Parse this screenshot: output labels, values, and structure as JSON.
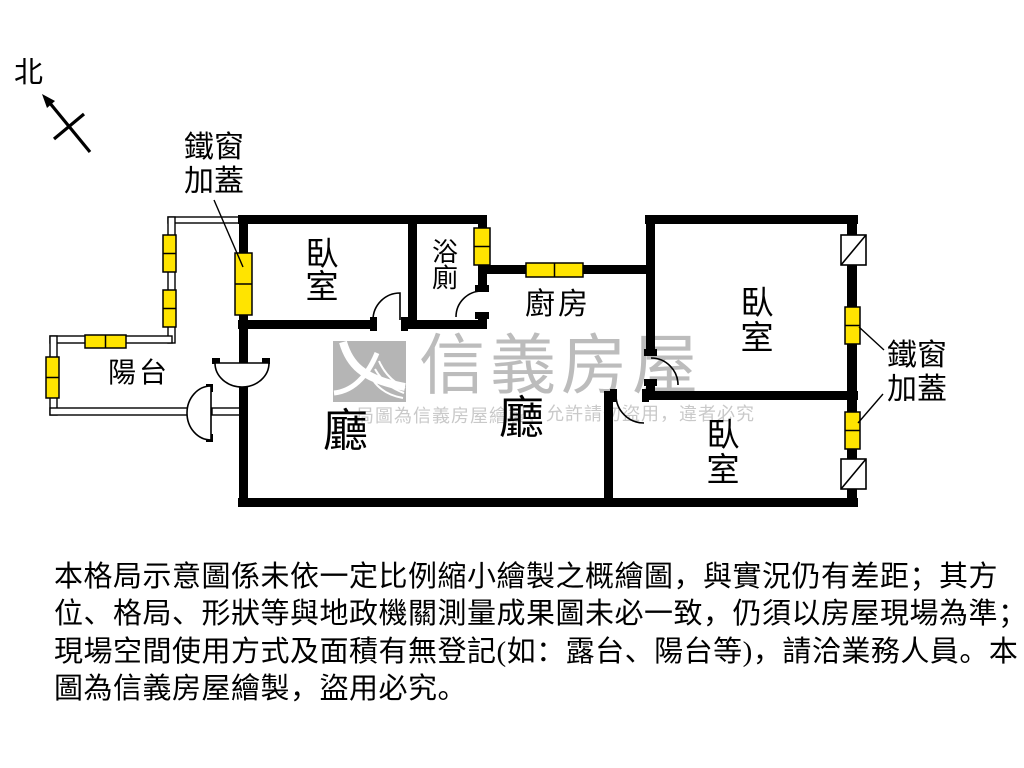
{
  "compass": {
    "label": "北"
  },
  "annotations": {
    "iron_window_left": {
      "line1": "鐵窗",
      "line2": "加蓋"
    },
    "iron_window_right": {
      "line1": "鐵窗",
      "line2": "加蓋"
    }
  },
  "rooms": {
    "bedroom_top_left": {
      "line1": "臥",
      "line2": "室"
    },
    "bathroom": {
      "line1": "浴",
      "line2": "廁"
    },
    "kitchen": {
      "label": "廚房"
    },
    "living_main": {
      "label": "廳"
    },
    "living_second": {
      "label": "廳"
    },
    "balcony": {
      "label": "陽台"
    },
    "bedroom_top_right": {
      "line1": "臥",
      "line2": "室"
    },
    "bedroom_bottom_right": {
      "line1": "臥",
      "line2": "室"
    }
  },
  "watermark": {
    "logo_text": "信義房屋",
    "notice_left": "局圖為信義房屋繪製，",
    "notice_right": "允許請勿盜用，違者必究"
  },
  "disclaimer": {
    "lines": [
      "本格局示意圖係未依一定比例縮小繪製之概繪圖，與實況仍有差距；其方",
      "位、格局、形狀等與地政機關測量成果圖未必一致，仍須以房屋現場為準；",
      "現場空間使用方式及面積有無登記(如：露台、陽台等)，請洽業務人員。本",
      "圖為信義房屋繪製，盜用必究。"
    ]
  },
  "colors": {
    "wall": "#000000",
    "window_fill": "#ffe400",
    "watermark_gray": "#bcbcbc"
  }
}
